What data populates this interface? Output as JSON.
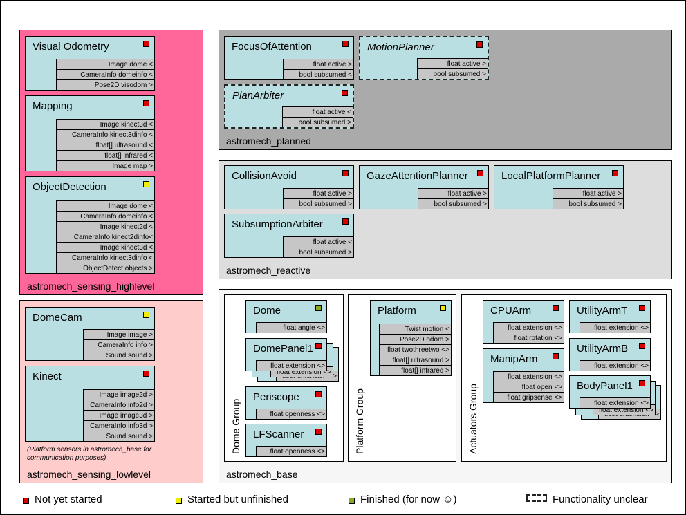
{
  "colors": {
    "not_started": "#dd0000",
    "unfinished": "#eeee00",
    "finished": "#88aa22",
    "module_fill": "#b9dfe3",
    "port_fill": "#c6c6c6",
    "highlevel_bg": "#ff6699",
    "lowlevel_bg": "#ffcccc",
    "planned_bg": "#aaaaaa",
    "reactive_bg": "#dddddd",
    "base_bg": "#f6f6f6"
  },
  "groups": {
    "highlevel": {
      "label": "astromech_sensing_highlevel"
    },
    "lowlevel": {
      "label": "astromech_sensing_lowlevel",
      "note": "(Platform sensors in astromech_base for communication purposes)"
    },
    "planned": {
      "label": "astromech_planned"
    },
    "reactive": {
      "label": "astromech_reactive"
    },
    "base": {
      "label": "astromech_base",
      "dome_group": "Dome Group",
      "platform_group": "Platform Group",
      "actuators_group": "Actuators Group"
    }
  },
  "modules": {
    "visual_odometry": {
      "title": "Visual Odometry",
      "status": "not_started",
      "ports": [
        "Image dome <",
        "CameraInfo domeinfo <",
        "Pose2D visodom >"
      ]
    },
    "mapping": {
      "title": "Mapping",
      "status": "not_started",
      "ports": [
        "Image kinect3d <",
        "CameraInfo kinect3dinfo <",
        "float[] ultrasound <",
        "float[] infrared <",
        "Image map >"
      ]
    },
    "object_detection": {
      "title": "ObjectDetection",
      "status": "unfinished",
      "ports": [
        "Image dome <",
        "CameraInfo domeinfo <",
        "Image kinect2d <",
        "CameraInfo kinect2dinfo<",
        "Image kinect3d <",
        "CameraInfo kinect3dinfo <",
        "ObjectDetect objects >"
      ]
    },
    "dome_cam": {
      "title": "DomeCam",
      "status": "unfinished",
      "ports": [
        "Image image >",
        "CameraInfo info >",
        "Sound sound >"
      ]
    },
    "kinect": {
      "title": "Kinect",
      "status": "not_started",
      "ports": [
        "Image image2d >",
        "CameraInfo info2d >",
        "Image image3d >",
        "CameraInfo info3d >",
        "Sound sound >"
      ]
    },
    "focus_of_attention": {
      "title": "FocusOfAttention",
      "status": "not_started",
      "ports": [
        "float active >",
        "bool subsumed <"
      ]
    },
    "motion_planner": {
      "title": "MotionPlanner",
      "status": "not_started",
      "ports": [
        "float active >",
        "bool subsumed >"
      ]
    },
    "plan_arbiter": {
      "title": "PlanArbiter",
      "status": "not_started",
      "ports": [
        "float active <",
        "bool subsumed >"
      ]
    },
    "collision_avoid": {
      "title": "CollisionAvoid",
      "status": "not_started",
      "ports": [
        "float active >",
        "bool subsumed >"
      ]
    },
    "gaze_attention_planner": {
      "title": "GazeAttentionPlanner",
      "status": "not_started",
      "ports": [
        "float active >",
        "bool subsumed >"
      ]
    },
    "local_platform_planner": {
      "title": "LocalPlatformPlanner",
      "status": "not_started",
      "ports": [
        "float active >",
        "bool subsumed >"
      ]
    },
    "subsumption_arbiter": {
      "title": "SubsumptionArbiter",
      "status": "not_started",
      "ports": [
        "float active <",
        "bool subsumed >"
      ]
    },
    "dome": {
      "title": "Dome",
      "status": "finished",
      "ports": [
        "float angle <>"
      ]
    },
    "dome_panel": {
      "title": "DomePanel1",
      "status": "not_started",
      "ports": [
        "float extension <>"
      ],
      "back_ports": [
        "float extension <>",
        "float extension <>"
      ]
    },
    "periscope": {
      "title": "Periscope",
      "status": "not_started",
      "ports": [
        "float openness <>"
      ]
    },
    "lf_scanner": {
      "title": "LFScanner",
      "status": "not_started",
      "ports": [
        "float openness <>"
      ]
    },
    "platform": {
      "title": "Platform",
      "status": "unfinished",
      "ports": [
        "Twist motion <",
        "Pose2D odom >",
        "float twothreetwo <>",
        "float[] ultrasound >",
        "float[] infrared >"
      ]
    },
    "cpu_arm": {
      "title": "CPUArm",
      "status": "not_started",
      "ports": [
        "float extension <>",
        "float rotation <>"
      ]
    },
    "utility_arm_t": {
      "title": "UtilityArmT",
      "status": "not_started",
      "ports": [
        "float extension <>"
      ]
    },
    "manip_arm": {
      "title": "ManipArm",
      "status": "not_started",
      "ports": [
        "float extension <>",
        "float open <>",
        "float gripsense <>"
      ]
    },
    "utility_arm_b": {
      "title": "UtilityArmB",
      "status": "not_started",
      "ports": [
        "float extension <>"
      ]
    },
    "body_panel": {
      "title": "BodyPanel1",
      "status": "not_started",
      "ports": [
        "float extension <>"
      ],
      "back_ports": [
        "float extension <>",
        "float extension <>"
      ]
    }
  },
  "legend": {
    "not_started": "Not yet started",
    "unfinished": "Started but unfinished",
    "finished": "Finished (for now ☺)",
    "unclear": "Functionality unclear"
  }
}
